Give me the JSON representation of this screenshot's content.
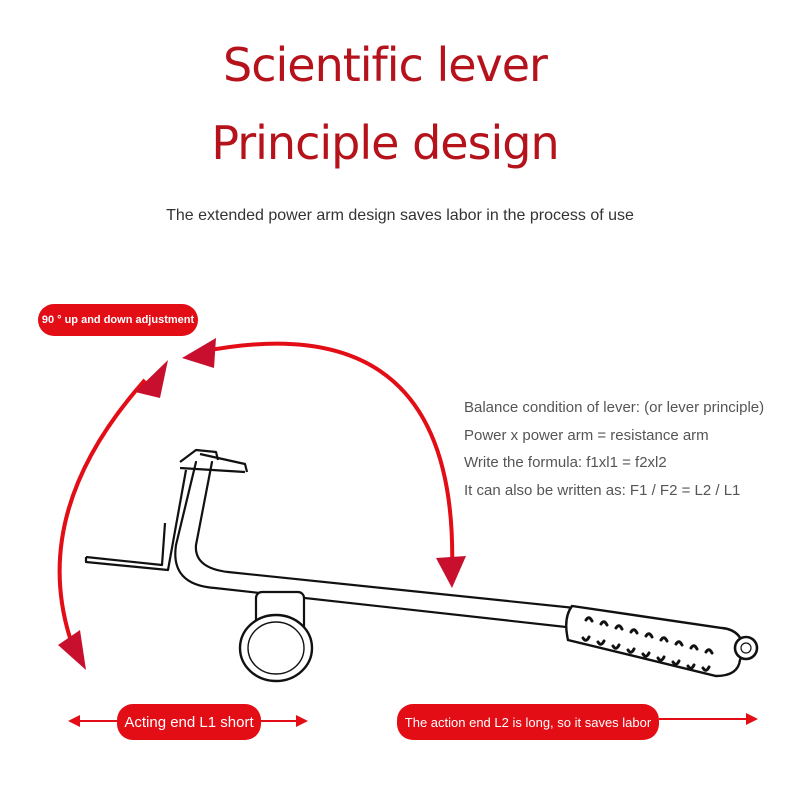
{
  "title": {
    "line1": "Scientific lever",
    "line2": "Principle design"
  },
  "subtitle": "The extended power arm design saves labor in the process of use",
  "labels": {
    "adjustment": "90 ° up and down adjustment",
    "acting_end": "Acting end L1 short",
    "action_end": "The action end L2 is long, so it saves labor"
  },
  "formula": {
    "line1": "Balance condition of lever: (or lever principle)",
    "line2": "Power x power arm = resistance arm",
    "line3": "Write the formula: f1xl1 = f2xl2",
    "line4": "It can also be written as: F1 / F2 = L2 / L1"
  },
  "colors": {
    "title": "#b5121b",
    "accent": "#e30d16",
    "text": "#555555"
  }
}
